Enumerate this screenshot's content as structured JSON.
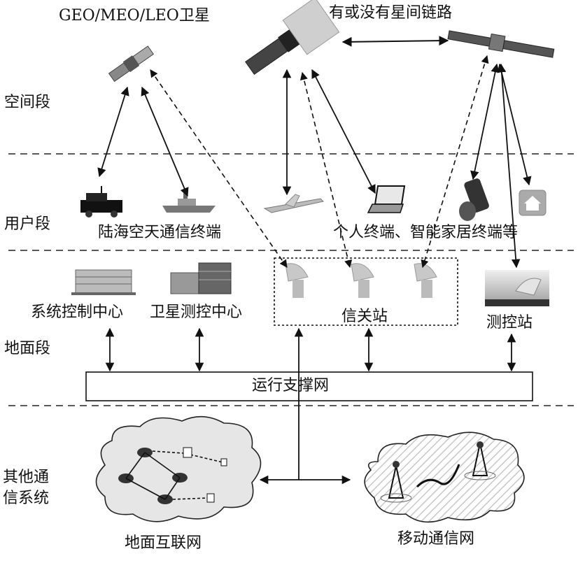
{
  "title_sats": "GEO/MEO/LEO卫星",
  "isl_label": "有或没有星间链路",
  "segments": {
    "space": "空间段",
    "user": "用户段",
    "ground": "地面段",
    "other_line1": "其他通",
    "other_line2": "信系统"
  },
  "user_terminals": {
    "land_sea_air_space": "陆海空天通信终端",
    "personal_smart_home": "个人终端、智能家居终端等"
  },
  "ground_nodes": {
    "system_control": "系统控制中心",
    "satellite_ttc": "卫星测控中心",
    "gateway": "信关站",
    "ttc_station": "测控站"
  },
  "support_network": "运行支撑网",
  "other_networks": {
    "terrestrial_internet": "地面互联网",
    "mobile_network": "移动通信网"
  }
}
